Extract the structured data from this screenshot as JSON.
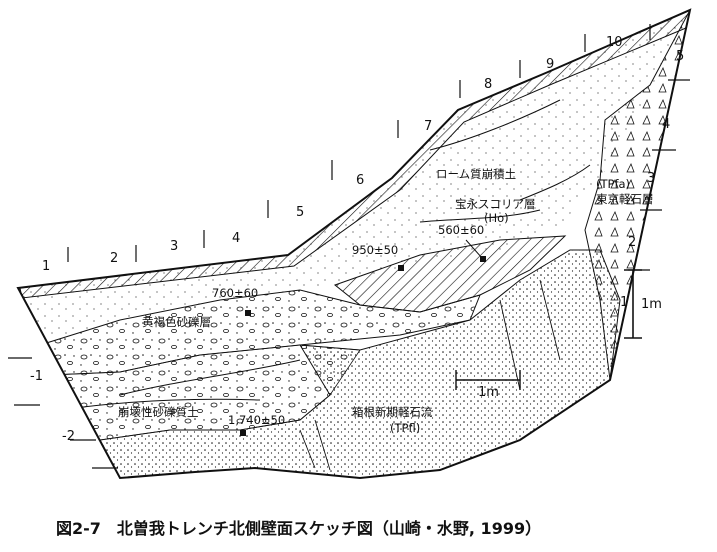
{
  "caption": "図2-7　北曽我トレンチ北側壁面スケッチ図（山崎・水野, 1999）",
  "top_scale": [
    "1",
    "2",
    "3",
    "4",
    "5",
    "6",
    "7",
    "8",
    "9",
    "10"
  ],
  "right_scale": [
    "5",
    "4",
    "3",
    "2",
    "1"
  ],
  "left_scale": [
    "-1",
    "-2"
  ],
  "layers": {
    "loam": "ローム質崩積土",
    "hoei": "宝永スコリア層",
    "hoei_abbr": "(Ho)",
    "tokyo": "東京軽石層",
    "tokyo_abbr": "(TPfa)",
    "yellow": "黄褐色砂礫層",
    "collapse": "崩壊性砂礫質土",
    "hakone": "箱根新期軽石流",
    "hakone_abbr": "(TPfl)"
  },
  "dates": {
    "d560": "560±60",
    "d950": "950±50",
    "d760": "760±60",
    "d1740": "1,740±50"
  },
  "scalebars": {
    "horizontal": "1m",
    "vertical": "1m",
    "vertical_one": "1"
  }
}
